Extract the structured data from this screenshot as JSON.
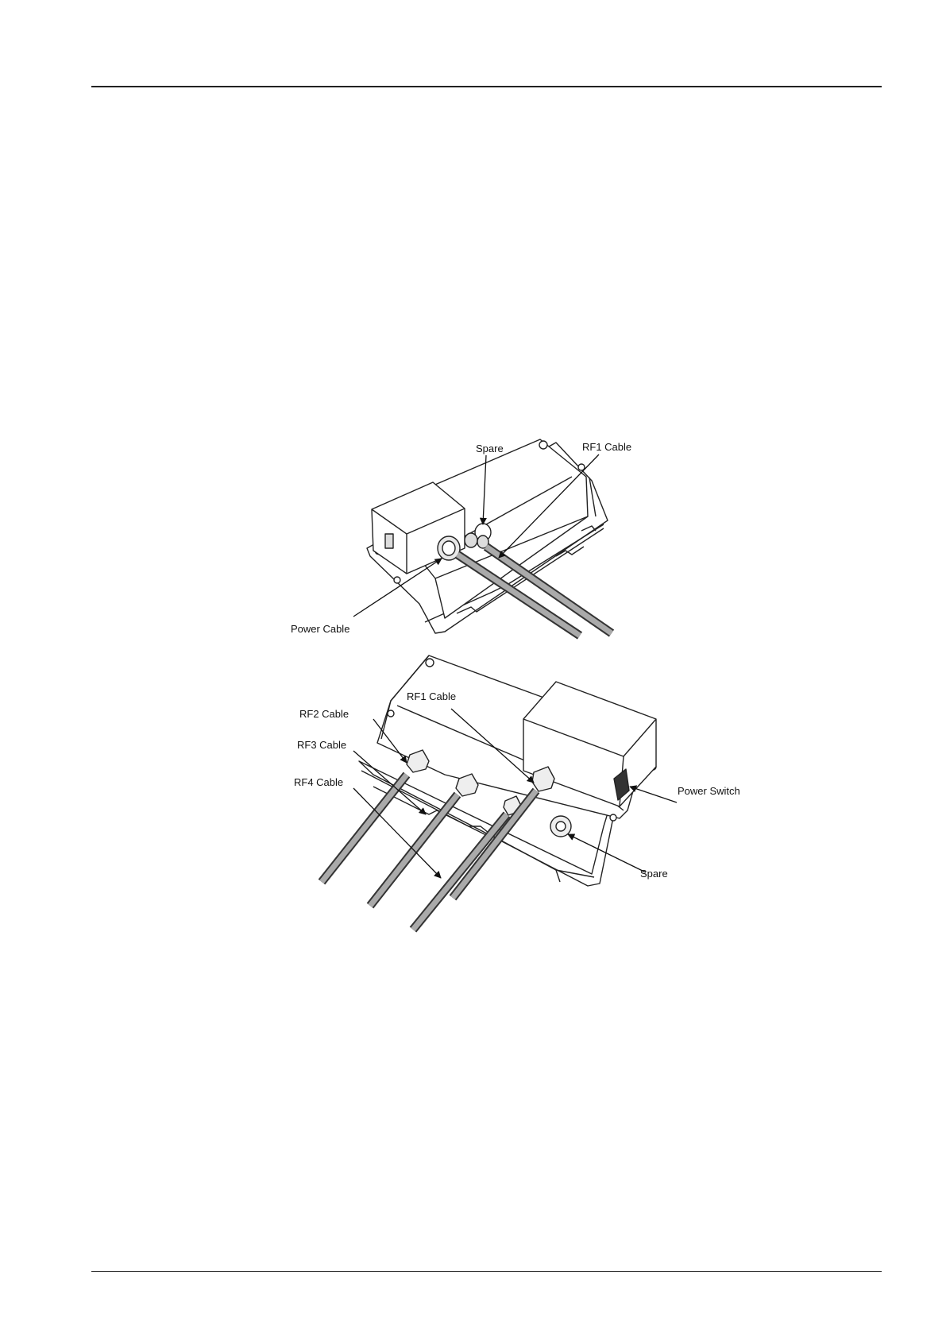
{
  "figure": {
    "top_view": {
      "labels": {
        "spare": "Spare",
        "rf1_cable": "RF1 Cable",
        "power_cable": "Power Cable"
      }
    },
    "bottom_view": {
      "labels": {
        "rf1_cable": "RF1 Cable",
        "rf2_cable": "RF2 Cable",
        "rf3_cable": "RF3 Cable",
        "rf4_cable": "RF4 Cable",
        "power_switch": "Power Switch",
        "spare": "Spare"
      }
    }
  }
}
